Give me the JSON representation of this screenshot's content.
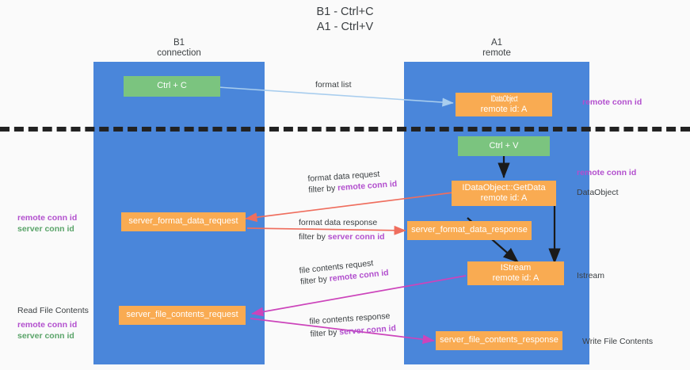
{
  "title": {
    "line1": "B1 - Ctrl+C",
    "line2": "A1 - Ctrl+V"
  },
  "columns": [
    {
      "name": "B1",
      "role": "connection"
    },
    {
      "name": "A1",
      "role": "remote"
    }
  ],
  "boxes": {
    "ctrl_c": {
      "label": "Ctrl + C"
    },
    "ctrl_v": {
      "label": "Ctrl + V"
    },
    "idataobject_top": {
      "line1": "IDataObject",
      "line2": "remote id: A"
    },
    "idataobject_getdata": {
      "line1": "IDataObject::GetData",
      "line2": "remote id: A"
    },
    "istream": {
      "line1": "IStream",
      "line2": "remote id: A"
    },
    "server_format_data_request": {
      "label": "server_format_data_request"
    },
    "server_format_data_response": {
      "label": "server_format_data_response"
    },
    "server_file_contents_request": {
      "label": "server_file_contents_request"
    },
    "server_file_contents_response": {
      "label": "server_file_contents_response"
    }
  },
  "edges": {
    "format_list": {
      "line1": "format list"
    },
    "format_data_request": {
      "line1": "format data request",
      "prefix": "filter by ",
      "highlight": "remote conn id"
    },
    "format_data_response": {
      "line1": "format data response",
      "prefix": "filter by ",
      "highlight": "server conn id"
    },
    "file_contents_request": {
      "line1": "file contents request",
      "prefix": "filter by ",
      "highlight": "remote conn id"
    },
    "file_contents_response": {
      "line1": "file contents response",
      "prefix": "filter by ",
      "highlight": "server conn id"
    }
  },
  "side_labels": {
    "right_remote_conn_id_top": "remote conn id",
    "right_remote_conn_id_mid": "remote conn id",
    "right_dataobject": "DataObject",
    "right_istream": "Istream",
    "right_write_file_contents": "Write File Contents",
    "left_conn_ids_mid": {
      "purple": "remote conn id",
      "green": "server conn id"
    },
    "left_read_file_contents": "Read File Contents",
    "left_conn_ids_bottom": {
      "purple": "remote conn id",
      "green": "server conn id"
    }
  },
  "colors": {
    "lane": "#4a86da",
    "green_box": "#7bc47f",
    "orange_box": "#f9ab52",
    "purple_text": "#b24fce",
    "green_text": "#5aa469",
    "divider": "#222222",
    "arrow_blue": "#a8cdee",
    "arrow_red": "#ef6e5e",
    "arrow_magenta": "#cc44bb",
    "arrow_black": "#1a1a1a"
  }
}
